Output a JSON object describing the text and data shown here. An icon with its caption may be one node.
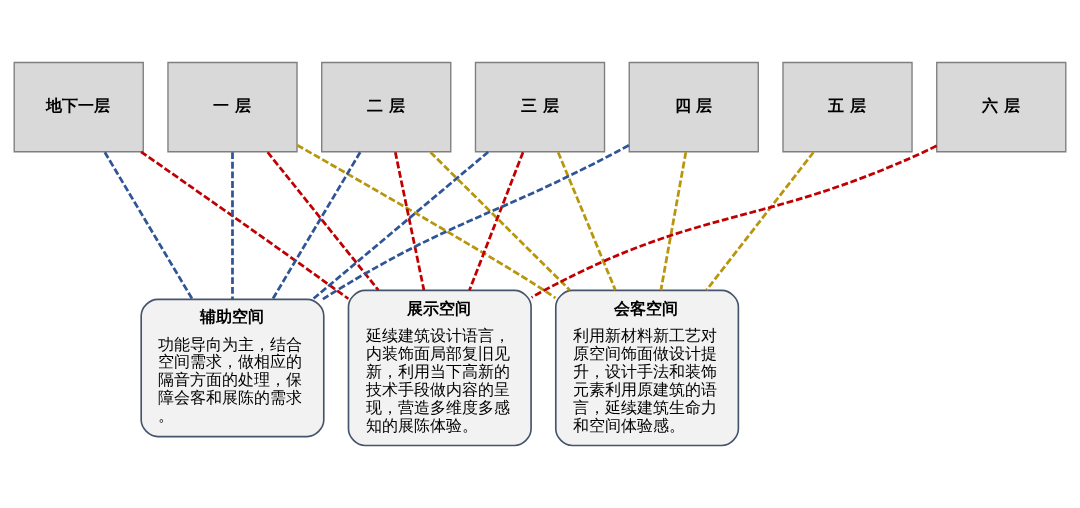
{
  "diagram": {
    "nodes": [
      {
        "text": [
          "地下一层"
        ]
      },
      {
        "text": [
          "一 层"
        ]
      },
      {
        "text": [
          "二 层"
        ]
      },
      {
        "text": [
          "三 层"
        ]
      },
      {
        "text": [
          "四 层"
        ]
      },
      {
        "text": [
          "五 层"
        ]
      },
      {
        "text": [
          "六 层"
        ]
      },
      {
        "text": [
          "展示空间",
          "延续建筑设计语言，内装饰面局部复旧见新，利用当下高新的技术手段做内容的呈现，营造多维度多感知的展陈体验。"
        ]
      },
      {
        "text": [
          "会客空间",
          "利用新材料新工艺对原空间饰面做设计提升，设计手法和装饰元素利用原建筑的语言，延续建筑生命力和空间体验感。"
        ]
      },
      {
        "text": [
          "辅助空间",
          "功能导向为主，结合空间需求，做相应的隔音方面的处理，保障会客和展陈的需求。"
        ]
      }
    ],
    "edges": [
      {
        "from": 0,
        "to": 7,
        "arrow": "none",
        "style": "dashed",
        "color": "#c00000"
      },
      {
        "from": 1,
        "to": 7,
        "arrow": "none",
        "style": "dashed",
        "color": "#c00000"
      },
      {
        "from": 2,
        "to": 7,
        "arrow": "none",
        "style": "dashed",
        "color": "#c00000"
      },
      {
        "from": 3,
        "to": 7,
        "arrow": "none",
        "style": "dashed",
        "color": "#c00000"
      },
      {
        "from": 6,
        "to": 7,
        "arrow": "none",
        "style": "dashed",
        "color": "#c00000"
      },
      {
        "from": 1,
        "to": 8,
        "arrow": "none",
        "style": "dashed",
        "color": "#b8960c"
      },
      {
        "from": 2,
        "to": 8,
        "arrow": "none",
        "style": "dashed",
        "color": "#b8960c"
      },
      {
        "from": 3,
        "to": 8,
        "arrow": "none",
        "style": "dashed",
        "color": "#b8960c"
      },
      {
        "from": 4,
        "to": 8,
        "arrow": "none",
        "style": "dashed",
        "color": "#b8960c"
      },
      {
        "from": 5,
        "to": 8,
        "arrow": "none",
        "style": "dashed",
        "color": "#b8960c"
      },
      {
        "from": 0,
        "to": 9,
        "arrow": "none",
        "style": "dashed",
        "color": "#2f5597"
      },
      {
        "from": 1,
        "to": 9,
        "arrow": "none",
        "style": "dashed",
        "color": "#2f5597"
      },
      {
        "from": 2,
        "to": 9,
        "arrow": "none",
        "style": "dashed",
        "color": "#2f5597"
      },
      {
        "from": 3,
        "to": 9,
        "arrow": "none",
        "style": "dashed",
        "color": "#2f5597"
      },
      {
        "from": 4,
        "to": 9,
        "arrow": "none",
        "style": "dashed",
        "color": "#2f5597"
      }
    ]
  }
}
